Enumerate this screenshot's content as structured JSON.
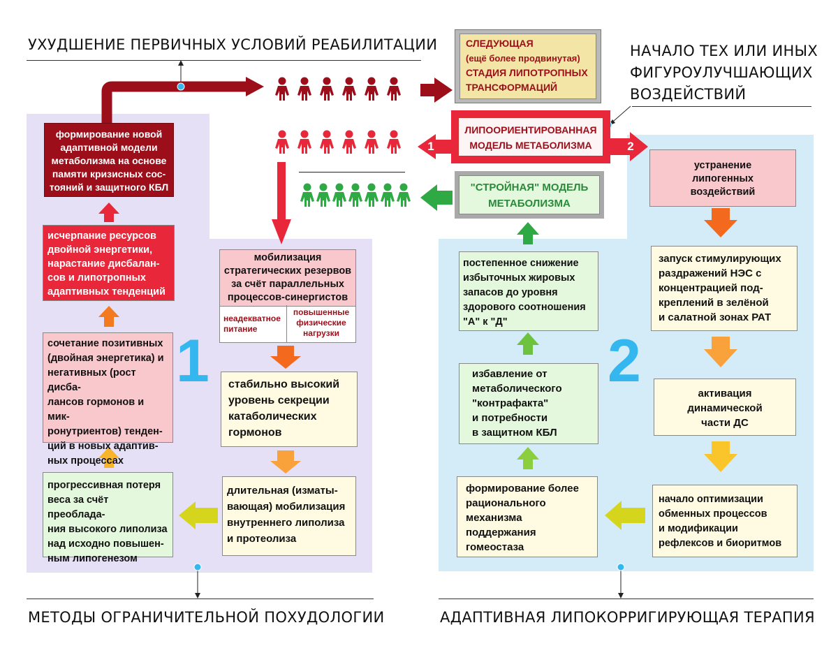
{
  "headings": {
    "top_left": "УХУДШЕНИЕ ПЕРВИЧНЫХ УСЛОВИЙ РЕАБИЛИТАЦИИ",
    "top_right": [
      "НАЧАЛО ТЕХ ИЛИ ИНЫХ",
      "ФИГУРОУЛУЧШАЮЩИХ",
      "ВОЗДЕЙСТВИЙ"
    ],
    "bottom_left": "МЕТОДЫ ОГРАНИЧИТЕЛЬНОЙ ПОХУДОЛОГИИ",
    "bottom_right": "АДАПТИВНАЯ ЛИПОКОРРИГИРУЮЩАЯ ТЕРАПИЯ"
  },
  "center": {
    "next_stage": [
      "СЛЕДУЮЩАЯ",
      "(ещё более продвинутая)",
      "СТАДИЯ ЛИПОТРОПНЫХ",
      "ТРАНСФОРМАЦИЙ"
    ],
    "lipo_model": [
      "ЛИПООРИЕНТИРОВАННАЯ",
      "МОДЕЛЬ МЕТАБОЛИЗМА"
    ],
    "slim_model": [
      "\"СТРОЙНАЯ\" МОДЕЛЬ",
      "МЕТАБОЛИЗМА"
    ],
    "badge_1": "1",
    "badge_2": "2"
  },
  "left": {
    "number": "1",
    "new_model": [
      "формирование новой",
      "адаптивной модели",
      "метаболизма на основе",
      "памяти кризисных сос-",
      "тояний и защитного КБЛ"
    ],
    "exhaustion": [
      "исчерпание ресурсов",
      "двойной энергетики,",
      "нарастание дисбалан-",
      "сов и липотропных",
      "адаптивных тенденций"
    ],
    "combination": [
      "сочетание позитивных",
      "(двойная энергетика) и",
      "негативных (рост дисба-",
      "лансов гормонов и мик-",
      "ронутриентов) тенден-",
      "ций в новых адаптив-",
      "ных процессах"
    ],
    "weight_loss": [
      "прогрессивная потеря",
      "веса за счёт преоблада-",
      "ния высокого липолиза",
      "над исходно повышен-",
      "ным липогенезом"
    ],
    "mobilization": [
      "мобилизация",
      "стратегических резервов",
      "за счёт параллельных",
      "процессов-синергистов"
    ],
    "sub_nutrition": [
      "неадекватное",
      "питание"
    ],
    "sub_load": [
      "повышенные",
      "физические",
      "нагрузки"
    ],
    "catabolic": [
      "стабильно высокий",
      "уровень секреции",
      "катаболических",
      "гормонов"
    ],
    "lipolysis": [
      "длительная (изматы-",
      "вающая) мобилизация",
      "внутреннего липолиза",
      "и протеолиза"
    ]
  },
  "right": {
    "number": "2",
    "remove": [
      "устранение",
      "липогенных",
      "воздействий"
    ],
    "launch": [
      "запуск стимулирующих",
      "раздражений НЭС с",
      "концентрацией под-",
      "креплений в зелёной",
      "и салатной зонах РАТ"
    ],
    "activation": [
      "активация",
      "динамической",
      "части ДС"
    ],
    "optimization": [
      "начало оптимизации",
      "обменных процессов",
      "и модификации",
      "рефлексов и биоритмов"
    ],
    "mechanism": [
      "формирование более",
      "рационального",
      "механизма",
      "поддержания",
      "гомеостаза"
    ],
    "contrafact": [
      "избавление от",
      "метаболического",
      "\"контрафакта\"",
      "и потребности",
      "в защитном КБЛ"
    ],
    "reduction": [
      "постепенное снижение",
      "избыточных жировых",
      "запасов до уровня",
      "здорового соотношения",
      "\"А\" к \"Д\""
    ]
  },
  "colors": {
    "left_panel": "#e6e0f6",
    "right_panel": "#d3ecf7",
    "dark_red": "#9c0f1a",
    "red": "#e8283a",
    "green": "#2ea944",
    "pink_box": "#f9c8cc",
    "cream_box": "#fffbe2",
    "light_green_box": "#e4f8dd",
    "yellow_box": "#f2e5a6",
    "blue_accent": "#34b7ef"
  }
}
